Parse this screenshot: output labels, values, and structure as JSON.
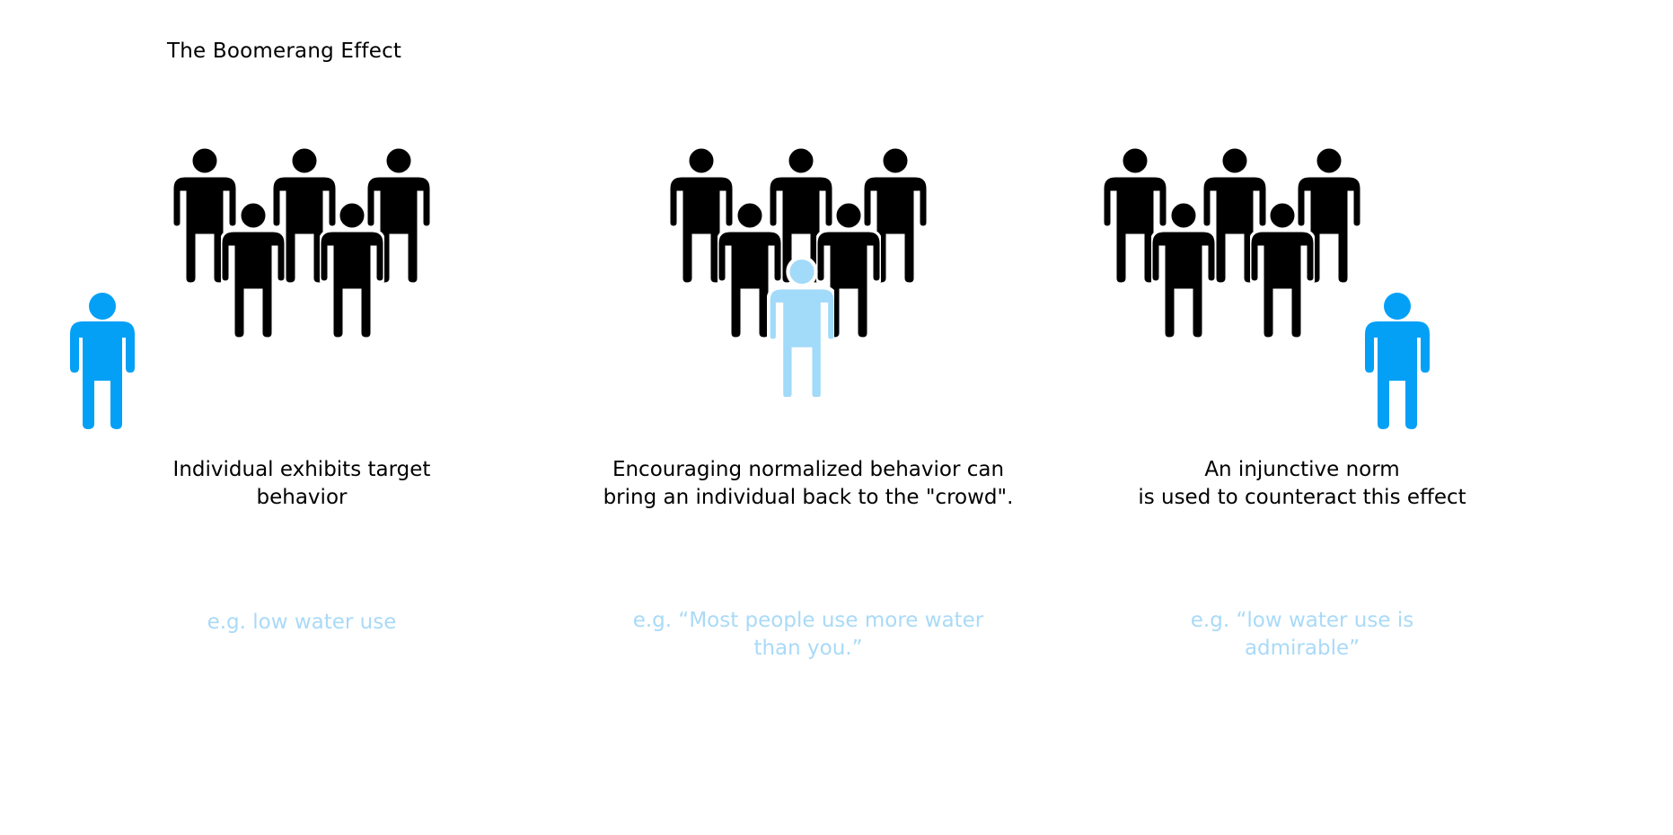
{
  "title": "The Boomerang Effect",
  "colors": {
    "crowd": "#000000",
    "individual": "#03a0f6",
    "individual_faded": "#a2daf9",
    "example_text": "#a9daf7"
  },
  "icons": {
    "person": "person-icon"
  },
  "panels": [
    {
      "caption_lines": [
        "Individual exhibits target",
        "behavior"
      ],
      "example_lines": [
        "e.g. low water use"
      ]
    },
    {
      "caption_lines": [
        "Encouraging normalized behavior can",
        "bring an individual back to the \"crowd\"."
      ],
      "example_lines": [
        "e.g. “Most people use more water",
        "than you.”"
      ]
    },
    {
      "caption_lines": [
        "An injunctive norm",
        "is used to counteract this effect"
      ],
      "example_lines": [
        "e.g. “low water use is",
        "admirable”"
      ]
    }
  ]
}
